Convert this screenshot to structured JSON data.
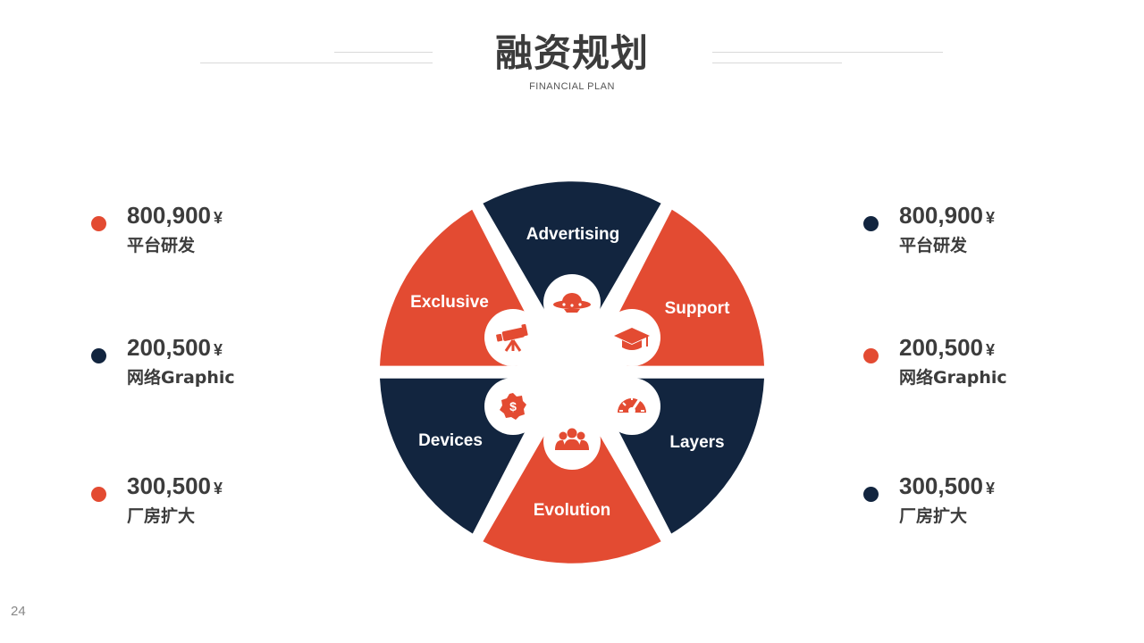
{
  "header": {
    "title": "融资规划",
    "subtitle": "FINANCIAL   PLAN"
  },
  "colors": {
    "accent": "#e34b32",
    "navy": "#12253f",
    "text": "#3c3c3c"
  },
  "left_stats": [
    {
      "value": "800,900",
      "currency": "¥",
      "label": "平台研发",
      "dot_color": "#e34b32"
    },
    {
      "value": "200,500",
      "currency": "¥",
      "label": "网络Graphic",
      "dot_color": "#12253f"
    },
    {
      "value": "300,500",
      "currency": "¥",
      "label": "厂房扩大",
      "dot_color": "#e34b32"
    }
  ],
  "right_stats": [
    {
      "value": "800,900",
      "currency": "¥",
      "label": "平台研发",
      "dot_color": "#12253f"
    },
    {
      "value": "200,500",
      "currency": "¥",
      "label": "网络Graphic",
      "dot_color": "#e34b32"
    },
    {
      "value": "300,500",
      "currency": "¥",
      "label": "厂房扩大",
      "dot_color": "#12253f"
    }
  ],
  "segments": [
    {
      "label": "Advertising",
      "color": "#12253f",
      "icon": "ufo-icon"
    },
    {
      "label": "Support",
      "color": "#e34b32",
      "icon": "graduation-cap-icon"
    },
    {
      "label": "Layers",
      "color": "#12253f",
      "icon": "speedometer-icon"
    },
    {
      "label": "Evolution",
      "color": "#e34b32",
      "icon": "people-group-icon"
    },
    {
      "label": "Devices",
      "color": "#12253f",
      "icon": "dollar-badge-icon"
    },
    {
      "label": "Exclusive",
      "color": "#e34b32",
      "icon": "telescope-icon"
    }
  ],
  "footer": {
    "page_number": "24"
  }
}
